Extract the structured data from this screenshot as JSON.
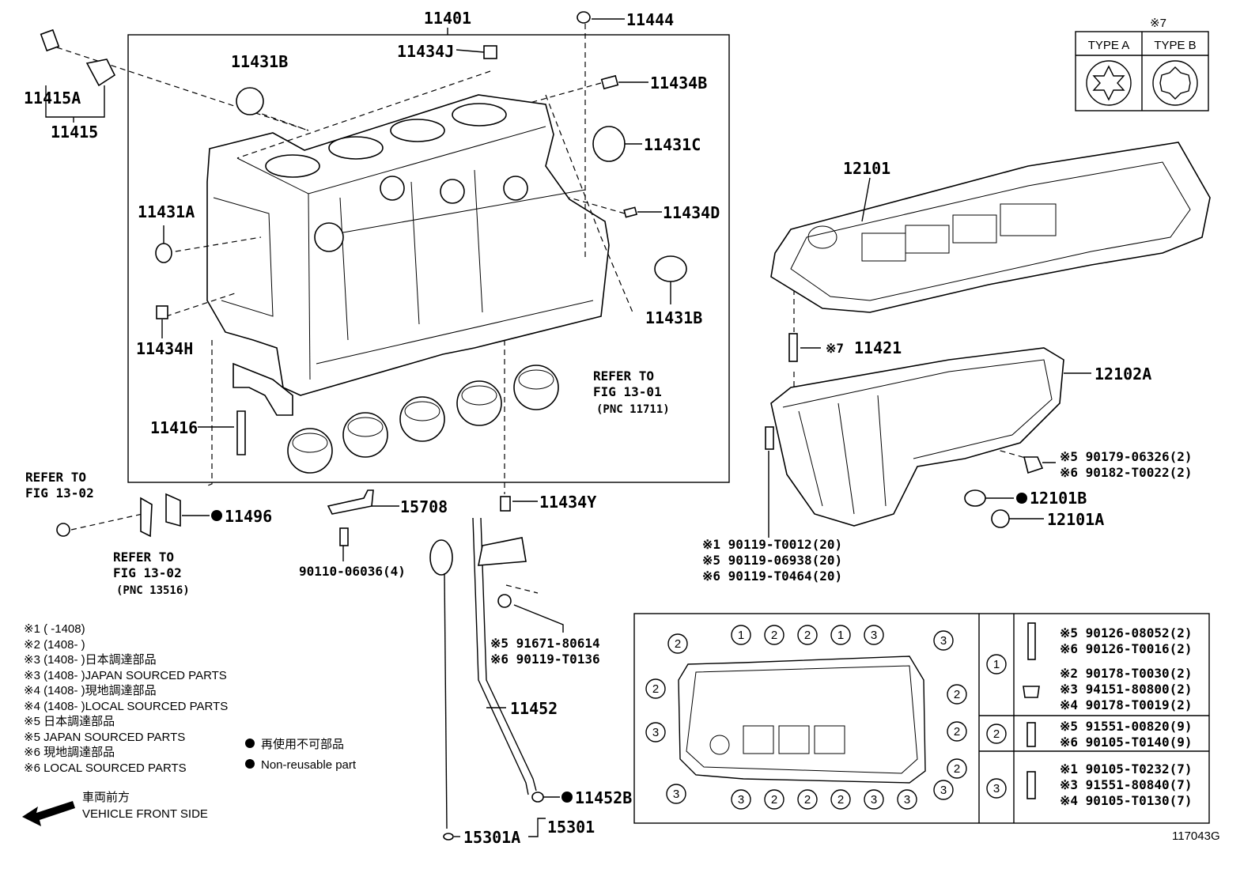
{
  "labels": {
    "p11401": "11401",
    "p11444": "11444",
    "p11434J": "11434J",
    "p11431B_top": "11431B",
    "p11434B": "11434B",
    "p11431C": "11431C",
    "p11431A": "11431A",
    "p11434D": "11434D",
    "p11431B_right": "11431B",
    "p11434H": "11434H",
    "p11415A": "11415A",
    "p11415": "11415",
    "p11416": "11416",
    "p11496": "11496",
    "p15708": "15708",
    "p11434Y": "11434Y",
    "p90110": "90110-06036(4)",
    "p12101": "12101",
    "p11421": "11421",
    "p12102A": "12102A",
    "p12101B": "12101B",
    "p12101A": "12101A",
    "p11452": "11452",
    "p11452B": "11452B",
    "p15301": "15301",
    "p15301A": "15301A",
    "fig_code": "117043G"
  },
  "refer": {
    "r1": [
      "REFER TO",
      "FIG 13-02"
    ],
    "r2": [
      "REFER TO",
      "FIG 13-02",
      "(PNC 13516)"
    ],
    "r3": [
      "REFER TO",
      "FIG 13-01",
      "(PNC 11711)"
    ]
  },
  "bolt_notes": {
    "b11421_mark": "※7",
    "nut_lines": [
      "※5  90179-06326(2)",
      "※6  90182-T0022(2)"
    ],
    "pan_bolts": [
      "※1  90119-T0012(20)",
      "※5  90119-06938(20)",
      "※6  90119-T0464(20)"
    ],
    "bracket_bolts": [
      "※5  91671-80614",
      "※6  90119-T0136"
    ]
  },
  "type_box": {
    "mark": "※7",
    "type_a": "TYPE A",
    "type_b": "TYPE B"
  },
  "legend": [
    "※1  (       -1408)",
    "※2  (1408-       )",
    "※3  (1408-       )日本調達部品",
    "※3  (1408-       )JAPAN SOURCED PARTS",
    "※4  (1408-       )現地調達部品",
    "※4  (1408-       )LOCAL SOURCED PARTS",
    "※5  日本調達部品",
    "※5  JAPAN SOURCED PARTS",
    "※6  現地調達部品",
    "※6  LOCAL SOURCED PARTS"
  ],
  "nonreuse": [
    "再使用不可部品",
    "Non-reusable part"
  ],
  "front": [
    "車両前方",
    "VEHICLE FRONT SIDE"
  ],
  "bolt_table": {
    "row1_num": "1",
    "row1": [
      "※5  90126-08052(2)",
      "※6  90126-T0016(2)",
      "※2  90178-T0030(2)",
      "※3  94151-80800(2)",
      "※4  90178-T0019(2)"
    ],
    "row2_num": "2",
    "row2": [
      "※5  91551-00820(9)",
      "※6  90105-T0140(9)"
    ],
    "row3_num": "3",
    "row3": [
      "※1  90105-T0232(7)",
      "※3  91551-80840(7)",
      "※4  90105-T0130(7)"
    ]
  },
  "pattern_numbers": {
    "top": [
      "2",
      "1",
      "2",
      "2",
      "1",
      "3",
      "3"
    ],
    "left": [
      "2",
      "3"
    ],
    "right": [
      "2",
      "2",
      "2",
      "3"
    ],
    "bottom": [
      "3",
      "3",
      "2",
      "2",
      "2",
      "3",
      "3"
    ]
  }
}
